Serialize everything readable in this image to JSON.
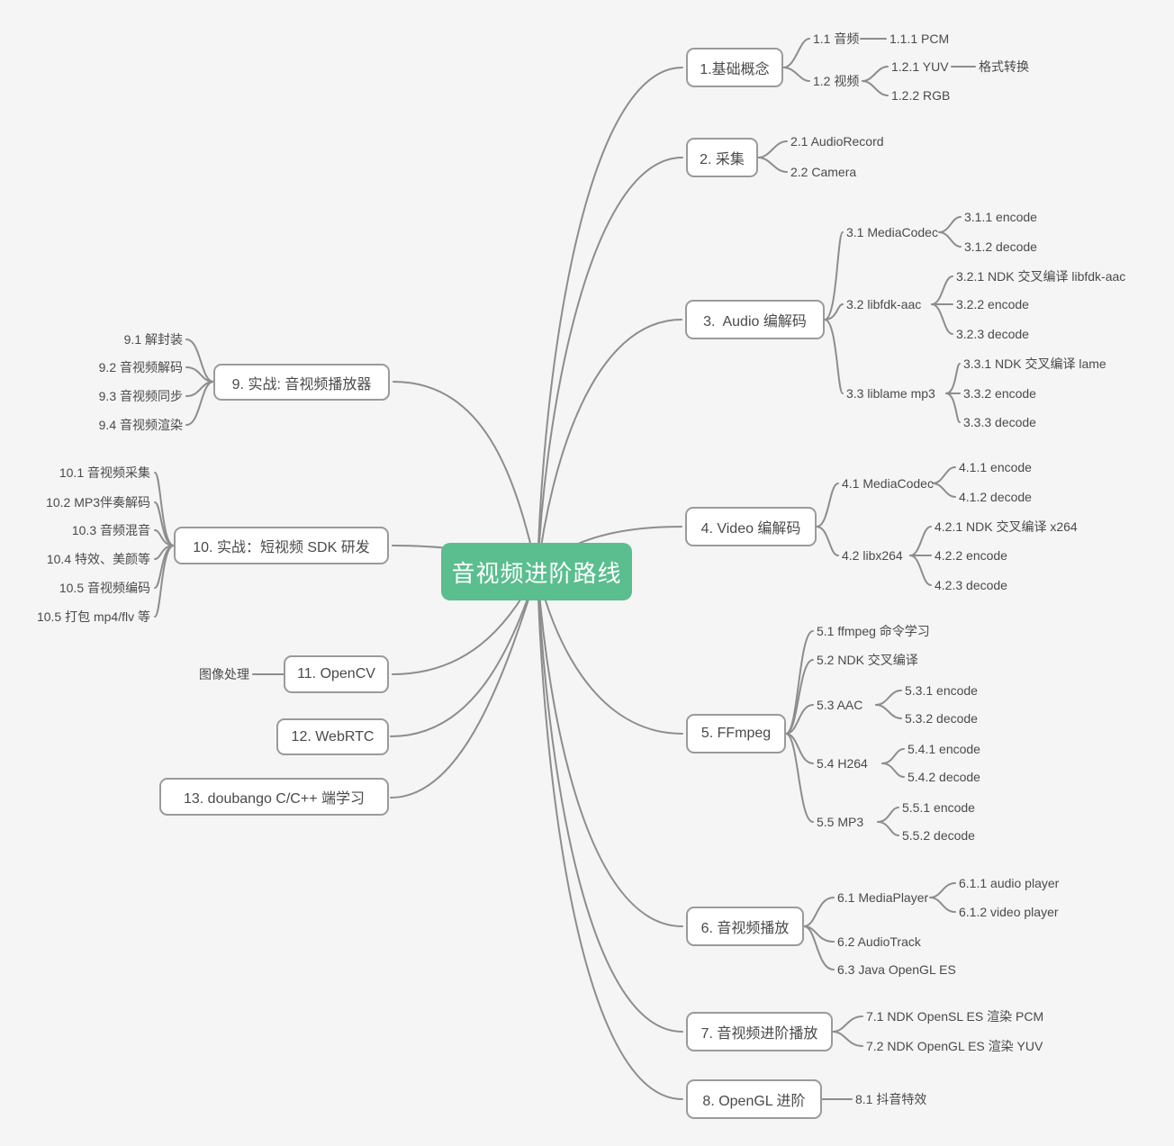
{
  "theme": {
    "bg": "#f5f5f5",
    "line": "#8d8d8d",
    "node_bg": "#ffffff",
    "node_border": "#9a9a9a",
    "text": "#4a4a4a",
    "root_bg": "#5abe8e",
    "root_text": "#ffffff"
  },
  "mindmap": {
    "root": {
      "label": "音视频进阶路线"
    },
    "branches": [
      {
        "label": "1.基础概念",
        "children": [
          {
            "label": "1.1 音频",
            "children": [
              {
                "label": "1.1.1 PCM"
              }
            ]
          },
          {
            "label": "1.2 视频",
            "children": [
              {
                "label": "1.2.1 YUV",
                "children": [
                  {
                    "label": "格式转换"
                  }
                ]
              },
              {
                "label": "1.2.2 RGB"
              }
            ]
          }
        ]
      },
      {
        "label": "2. 采集",
        "children": [
          {
            "label": "2.1 AudioRecord"
          },
          {
            "label": "2.2 Camera"
          }
        ]
      },
      {
        "label": "3.  Audio 编解码",
        "children": [
          {
            "label": "3.1 MediaCodec",
            "children": [
              {
                "label": "3.1.1 encode"
              },
              {
                "label": "3.1.2 decode"
              }
            ]
          },
          {
            "label": "3.2 libfdk-aac",
            "children": [
              {
                "label": "3.2.1 NDK 交叉编译 libfdk-aac"
              },
              {
                "label": "3.2.2 encode"
              },
              {
                "label": "3.2.3 decode"
              }
            ]
          },
          {
            "label": "3.3 liblame mp3",
            "children": [
              {
                "label": "3.3.1 NDK 交叉编译 lame"
              },
              {
                "label": "3.3.2 encode"
              },
              {
                "label": "3.3.3 decode"
              }
            ]
          }
        ]
      },
      {
        "label": "4. Video 编解码",
        "children": [
          {
            "label": "4.1 MediaCodec",
            "children": [
              {
                "label": "4.1.1 encode"
              },
              {
                "label": "4.1.2 decode"
              }
            ]
          },
          {
            "label": "4.2 libx264",
            "children": [
              {
                "label": "4.2.1 NDK 交叉编译 x264"
              },
              {
                "label": "4.2.2 encode"
              },
              {
                "label": "4.2.3 decode"
              }
            ]
          }
        ]
      },
      {
        "label": "5. FFmpeg",
        "children": [
          {
            "label": "5.1 ffmpeg 命令学习"
          },
          {
            "label": "5.2 NDK 交叉编译"
          },
          {
            "label": "5.3 AAC",
            "children": [
              {
                "label": "5.3.1 encode"
              },
              {
                "label": "5.3.2 decode"
              }
            ]
          },
          {
            "label": "5.4 H264",
            "children": [
              {
                "label": "5.4.1 encode"
              },
              {
                "label": "5.4.2 decode"
              }
            ]
          },
          {
            "label": "5.5 MP3",
            "children": [
              {
                "label": "5.5.1 encode"
              },
              {
                "label": "5.5.2 decode"
              }
            ]
          }
        ]
      },
      {
        "label": "6. 音视频播放",
        "children": [
          {
            "label": "6.1 MediaPlayer",
            "children": [
              {
                "label": "6.1.1 audio player"
              },
              {
                "label": "6.1.2 video player"
              }
            ]
          },
          {
            "label": "6.2 AudioTrack"
          },
          {
            "label": "6.3 Java OpenGL ES"
          }
        ]
      },
      {
        "label": "7. 音视频进阶播放",
        "children": [
          {
            "label": "7.1 NDK OpenSL ES 渲染 PCM"
          },
          {
            "label": "7.2 NDK OpenGL ES 渲染 YUV"
          }
        ]
      },
      {
        "label": "8. OpenGL 进阶",
        "children": [
          {
            "label": "8.1 抖音特效"
          }
        ]
      },
      {
        "label": "9. 实战: 音视频播放器",
        "children": [
          {
            "label": "9.1 解封装"
          },
          {
            "label": "9.2 音视频解码"
          },
          {
            "label": "9.3 音视频同步"
          },
          {
            "label": "9.4 音视频渲染"
          }
        ]
      },
      {
        "label": "10. 实战：短视频 SDK 研发",
        "children": [
          {
            "label": "10.1 音视频采集"
          },
          {
            "label": "10.2 MP3伴奏解码"
          },
          {
            "label": "10.3 音频混音"
          },
          {
            "label": "10.4 特效、美颜等"
          },
          {
            "label": "10.5 音视频编码"
          },
          {
            "label": "10.5 打包 mp4/flv 等"
          }
        ]
      },
      {
        "label": "11. OpenCV",
        "children": [
          {
            "label": "图像处理"
          }
        ]
      },
      {
        "label": "12. WebRTC",
        "children": []
      },
      {
        "label": "13. doubango C/C++ 端学习",
        "children": []
      }
    ]
  }
}
